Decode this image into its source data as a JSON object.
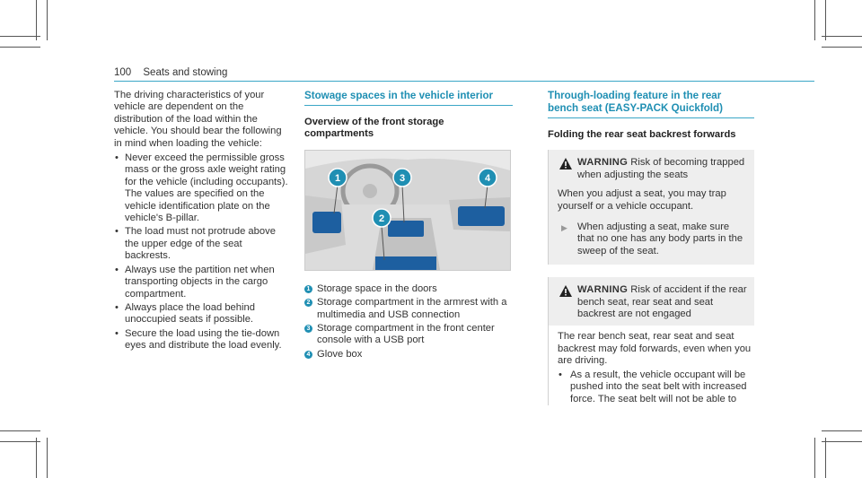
{
  "header": {
    "page_number": "100",
    "section": "Seats and stowing"
  },
  "left": {
    "intro": "The driving characteristics of your vehicle are dependent on the distribution of the load within the vehicle. You should bear the following in mind when loading the vehicle:",
    "bullets": [
      "Never exceed the permissible gross mass or the gross axle weight rating for the vehicle (including occupants). The values are specified on the vehicle identification plate on the vehicle's B-pillar.",
      "The load must not protrude above the upper edge of the seat backrests.",
      "Always use the partition net when transporting objects in the cargo compartment.",
      "Always place the load behind unoccupied seats if possible.",
      "Secure the load using the tie-down eyes and distribute the load evenly."
    ]
  },
  "middle": {
    "heading": "Stowage spaces in the vehicle interior",
    "subheading": "Overview of the front storage compartments",
    "callouts": [
      "1",
      "2",
      "3",
      "4"
    ],
    "items": [
      {
        "num": "1",
        "text": "Storage space in the doors"
      },
      {
        "num": "2",
        "text": "Storage compartment in the armrest with a multimedia and USB connection"
      },
      {
        "num": "3",
        "text": "Storage compartment in the front center console with a USB port"
      },
      {
        "num": "4",
        "text": "Glove box"
      }
    ]
  },
  "right": {
    "heading": "Through-loading feature in the rear bench seat (EASY-PACK Quickfold)",
    "subheading": "Folding the rear seat backrest forwards",
    "warning1": {
      "keyword": "WARNING",
      "title": "Risk of becoming trapped when adjusting the seats",
      "body": "When you adjust a seat, you may trap yourself or a vehicle occupant.",
      "step": "When adjusting a seat, make sure that no one has any body parts in the sweep of the seat."
    },
    "warning2": {
      "keyword": "WARNING",
      "title": "Risk of accident if the rear bench seat, rear seat and seat backrest are not engaged",
      "body": "The rear bench seat, rear seat and seat backrest may fold forwards, even when you are driving.",
      "bullets": [
        "As a result, the vehicle occupant will be pushed into the seat belt with increased force. The seat belt will not be able to"
      ]
    }
  },
  "colors": {
    "accent": "#1f8fb3",
    "warning_bg": "#eeeeee"
  }
}
